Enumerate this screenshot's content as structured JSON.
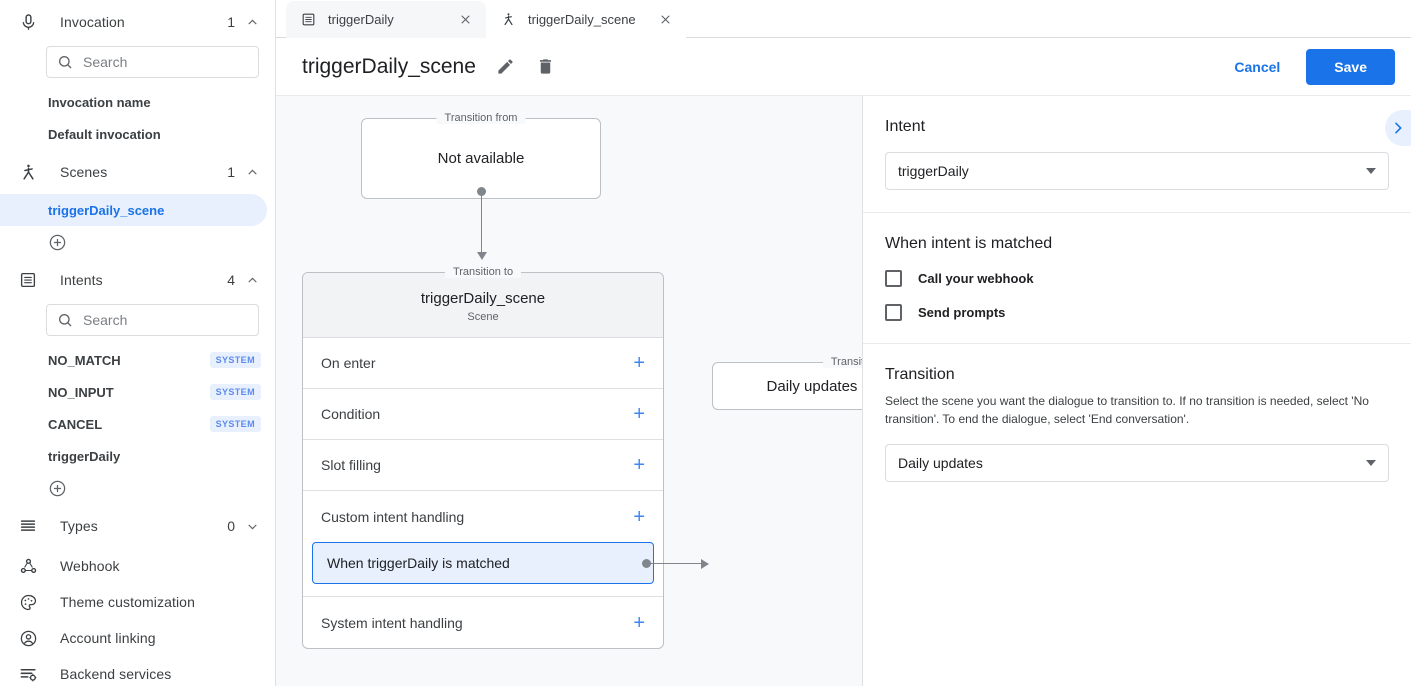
{
  "sidebar": {
    "sections": [
      {
        "icon": "microphone-icon",
        "label": "Invocation",
        "count": "1",
        "chevron": "up"
      },
      {
        "icon": "scenes-icon",
        "label": "Scenes",
        "count": "1",
        "chevron": "up"
      },
      {
        "icon": "intents-icon",
        "label": "Intents",
        "count": "4",
        "chevron": "up"
      },
      {
        "icon": "types-icon",
        "label": "Types",
        "count": "0",
        "chevron": "down"
      }
    ],
    "invocation": {
      "search_placeholder": "Search",
      "items": [
        {
          "label": "Invocation name"
        },
        {
          "label": "Default invocation"
        }
      ]
    },
    "scenes": {
      "items": [
        {
          "label": "triggerDaily_scene",
          "selected": true
        }
      ],
      "add_label": "Add scene"
    },
    "intents": {
      "search_placeholder": "Search",
      "items": [
        {
          "label": "NO_MATCH",
          "badge": "SYSTEM"
        },
        {
          "label": "NO_INPUT",
          "badge": "SYSTEM"
        },
        {
          "label": "CANCEL",
          "badge": "SYSTEM"
        },
        {
          "label": "triggerDaily",
          "badge": ""
        }
      ],
      "add_label": "Add intent"
    },
    "flat_items": [
      {
        "icon": "webhook-icon",
        "label": "Webhook"
      },
      {
        "icon": "palette-icon",
        "label": "Theme customization"
      },
      {
        "icon": "account-icon",
        "label": "Account linking"
      },
      {
        "icon": "backend-services-icon",
        "label": "Backend services"
      }
    ]
  },
  "tabs": [
    {
      "icon": "intents-icon",
      "label": "triggerDaily",
      "active": false
    },
    {
      "icon": "scenes-icon",
      "label": "triggerDaily_scene",
      "active": true
    }
  ],
  "header": {
    "title": "triggerDaily_scene",
    "cancel_label": "Cancel",
    "save_label": "Save"
  },
  "canvas": {
    "node_from": {
      "legend": "Transition from",
      "text": "Not available"
    },
    "node_scene": {
      "legend": "Transition to",
      "title": "triggerDaily_scene",
      "subtitle": "Scene",
      "rows": [
        {
          "label": "On enter"
        },
        {
          "label": "Condition"
        },
        {
          "label": "Slot filling"
        },
        {
          "label": "Custom intent handling"
        },
        {
          "label": "System intent handling"
        }
      ],
      "chip": "When triggerDaily is matched"
    },
    "node_daily": {
      "legend": "Transition to",
      "text": "Daily updates"
    }
  },
  "right_panel": {
    "intent": {
      "heading": "Intent",
      "selected": "triggerDaily"
    },
    "when_matched": {
      "heading": "When intent is matched",
      "checkboxes": [
        {
          "label": "Call your webhook",
          "checked": false
        },
        {
          "label": "Send prompts",
          "checked": false
        }
      ]
    },
    "transition": {
      "heading": "Transition",
      "description": "Select the scene you want the dialogue to transition to. If no transition is needed, select 'No transition'. To end the dialogue, select 'End conversation'.",
      "selected": "Daily updates"
    }
  },
  "colors": {
    "accent": "#1a73e8",
    "accent_light": "#e8f0fe",
    "canvas_bg": "#f8f9fa",
    "border": "#dadce0"
  }
}
